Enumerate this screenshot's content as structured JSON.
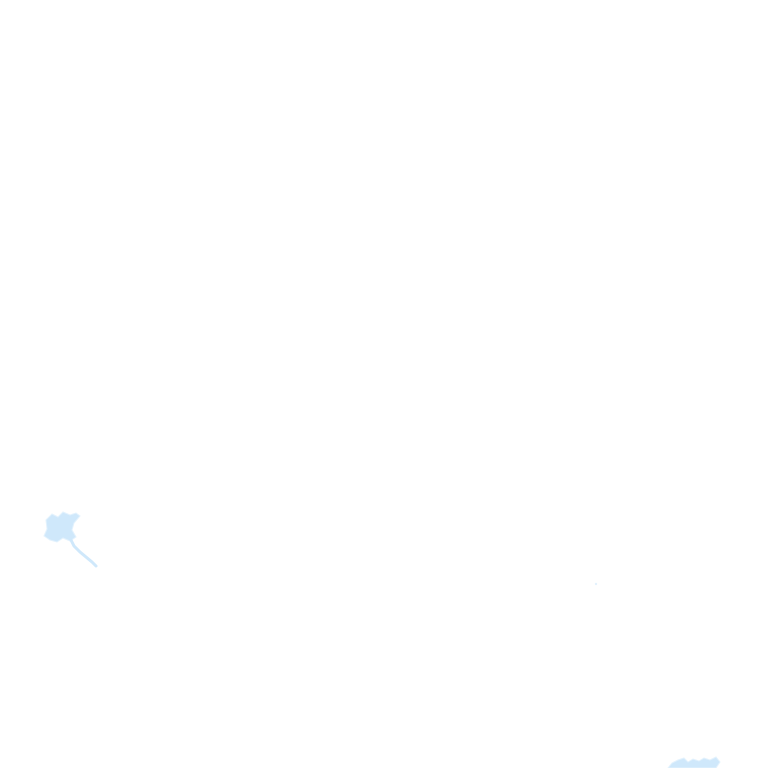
{
  "map": {
    "background_color": "#ffffff",
    "water_color": "#cfe8fb",
    "water_edge_color": "#e3f2fd",
    "features": [
      {
        "kind": "water-body",
        "name": ""
      },
      {
        "kind": "stream",
        "name": ""
      },
      {
        "kind": "water-body",
        "name": ""
      }
    ]
  }
}
